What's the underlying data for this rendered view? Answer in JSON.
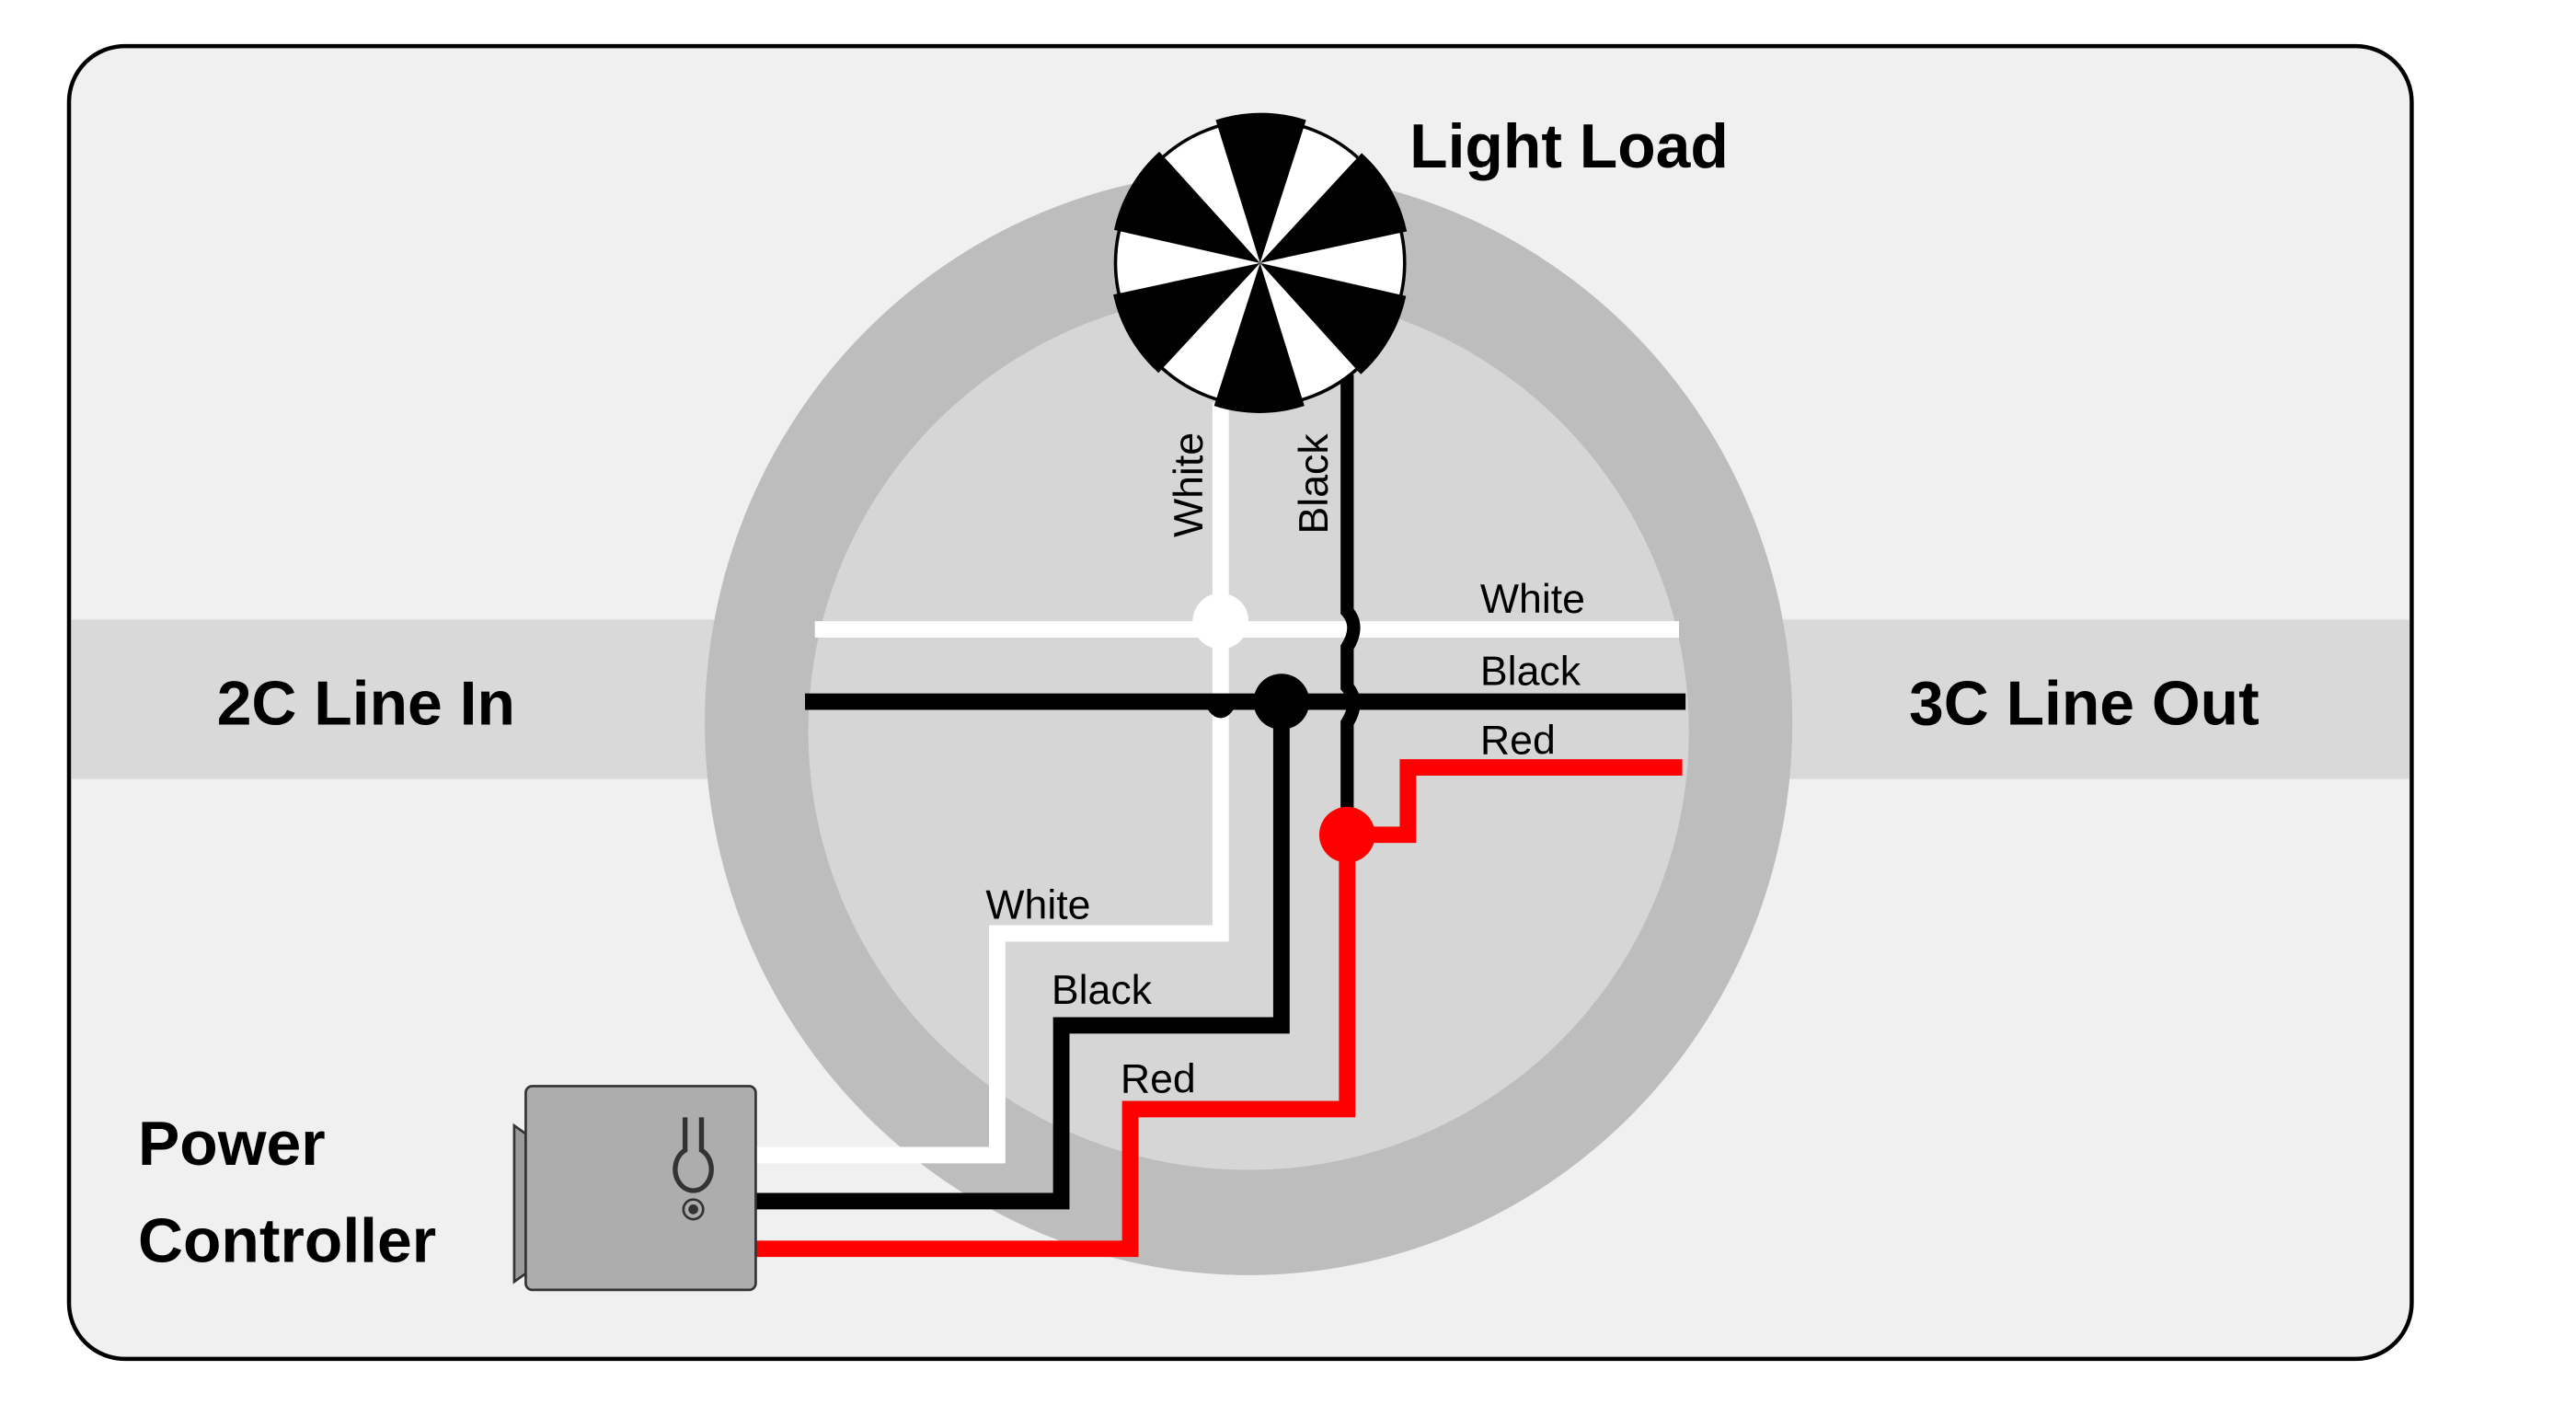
{
  "diagram": {
    "title_load": "Light Load",
    "line_in": "2C Line In",
    "line_out": "3C Line Out",
    "controller_line1": "Power",
    "controller_line2": "Controller",
    "load_wires": {
      "white": "White",
      "black": "Black"
    },
    "out_wires": {
      "white": "White",
      "black": "Black",
      "red": "Red"
    },
    "controller_wires": {
      "white": "White",
      "black": "Black",
      "red": "Red"
    },
    "colors": {
      "background": "#f0f0f0",
      "band": "#d9d9d9",
      "ring": "#bdbdbd",
      "ring_inner": "#d6d6d6",
      "wire_white": "#ffffff",
      "wire_black": "#000000",
      "wire_red": "#ff0000",
      "controller_body": "#adadad"
    }
  }
}
